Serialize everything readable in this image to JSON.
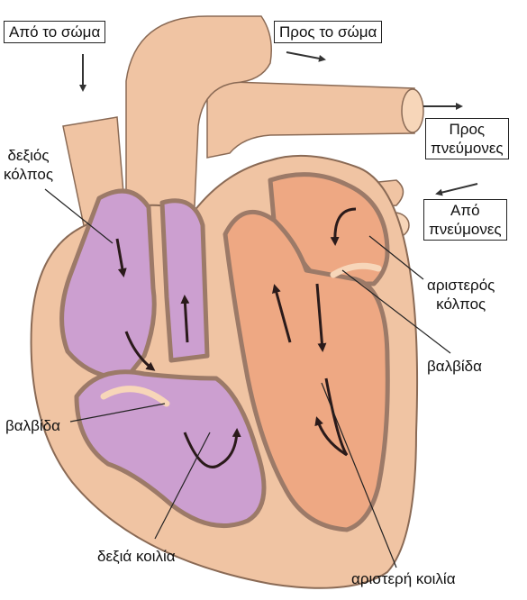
{
  "labels": {
    "from_body": "Από το σώμα",
    "to_body": "Προς το σώμα",
    "to_lungs_1": "Προς",
    "to_lungs_2": "πνεύμονες",
    "from_lungs_1": "Από",
    "from_lungs_2": "πνεύμονες",
    "right_atrium_1": "δεξιός",
    "right_atrium_2": "κόλπος",
    "left_atrium_1": "αριστερός",
    "left_atrium_2": "κόλπος",
    "valve_left": "βαλβίδα",
    "valve_right": "βαλβίδα",
    "right_ventricle": "δεξιά κοιλία",
    "left_ventricle": "αριστερή κοιλία"
  },
  "colors": {
    "heart_outer": "#f0c4a3",
    "heart_inner": "#f7d6b9",
    "right_side": "#cc9fd0",
    "left_side": "#eea883",
    "outline": "#8a6a55",
    "arrow": "#2a1a1a"
  }
}
